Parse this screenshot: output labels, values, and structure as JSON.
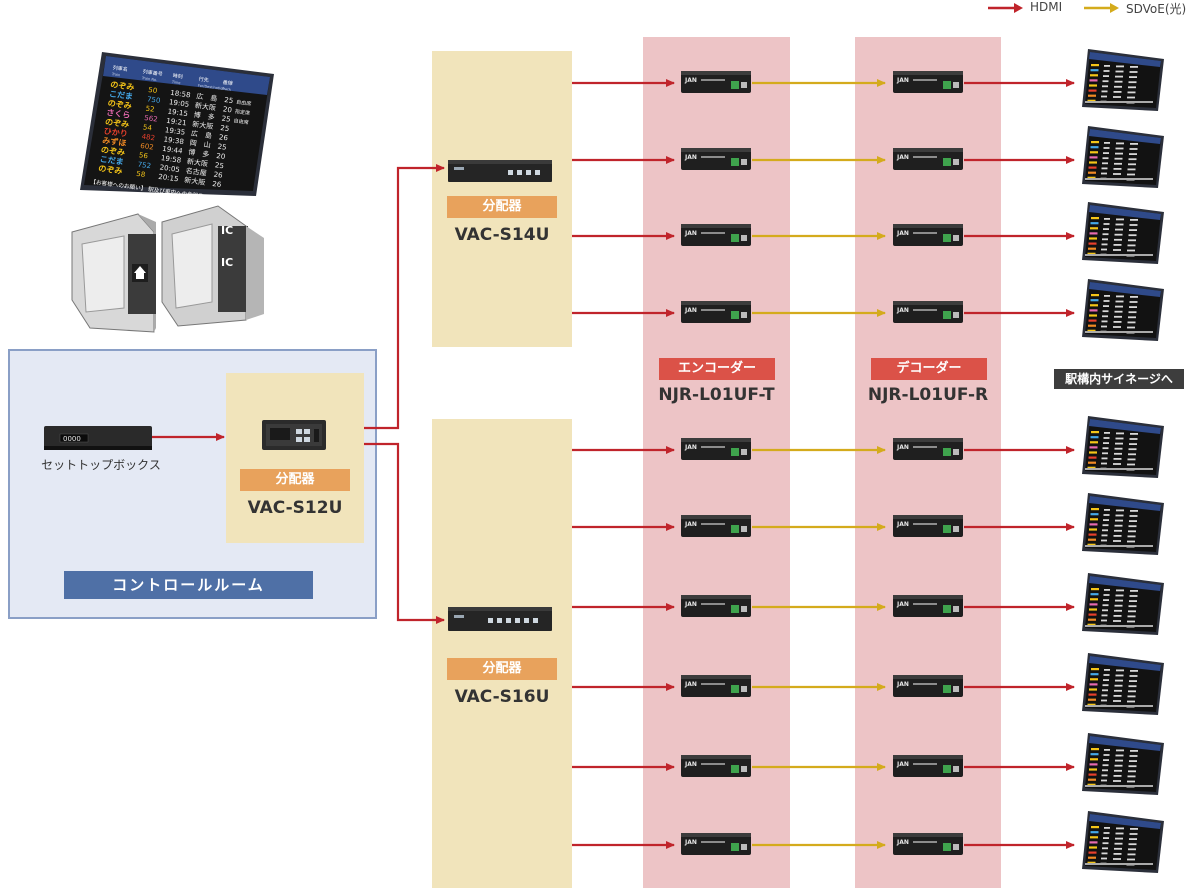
{
  "legend": [
    {
      "label": "HDMI",
      "color": "#c0242b"
    },
    {
      "label": "SDVoE(光)",
      "color": "#d4ab1c"
    }
  ],
  "control_room": {
    "title": "コントロールルーム",
    "set_top_box_label": "セットトップボックス",
    "splitter_tag": "分配器",
    "splitter_model": "VAC-S12U"
  },
  "splitter_upper": {
    "tag": "分配器",
    "model": "VAC-S14U"
  },
  "splitter_lower": {
    "tag": "分配器",
    "model": "VAC-S16U"
  },
  "encoder": {
    "tag": "エンコーダー",
    "model": "NJR-L01UF-T"
  },
  "decoder": {
    "tag": "デコーダー",
    "model": "NJR-L01UF-R"
  },
  "signage_label": "駅構内サイネージへ",
  "departure_board": {
    "headers": [
      "列車名",
      "列車番号",
      "時刻",
      "行先",
      "番線"
    ],
    "sub_headers": [
      "Train",
      "Train No.",
      "Time",
      "For/Destination",
      "Track"
    ],
    "rows": [
      {
        "name": "のぞみ",
        "number": "50",
        "time": "18:58",
        "dest": "広　島",
        "track": "25",
        "note": "自由席",
        "color": "#f5c518"
      },
      {
        "name": "こだま",
        "number": "750",
        "time": "19:05",
        "dest": "新大阪",
        "track": "20",
        "note": "指定席",
        "color": "#45a8e8"
      },
      {
        "name": "のぞみ",
        "number": "52",
        "time": "19:15",
        "dest": "博　多",
        "track": "25",
        "note": "自由席",
        "color": "#f5c518"
      },
      {
        "name": "さくら",
        "number": "562",
        "time": "19:21",
        "dest": "新大阪",
        "track": "25",
        "note": "",
        "color": "#e86ab0"
      },
      {
        "name": "のぞみ",
        "number": "54",
        "time": "19:35",
        "dest": "広　島",
        "track": "26",
        "note": "",
        "color": "#f5c518"
      },
      {
        "name": "ひかり",
        "number": "482",
        "time": "19:38",
        "dest": "岡　山",
        "track": "25",
        "note": "",
        "color": "#e8402c"
      },
      {
        "name": "みずほ",
        "number": "602",
        "time": "19:44",
        "dest": "博　多",
        "track": "20",
        "note": "",
        "color": "#f08a24"
      },
      {
        "name": "のぞみ",
        "number": "56",
        "time": "19:58",
        "dest": "新大阪",
        "track": "25",
        "note": "",
        "color": "#f5c518"
      },
      {
        "name": "こだま",
        "number": "752",
        "time": "20:05",
        "dest": "名古屋",
        "track": "26",
        "note": "",
        "color": "#45a8e8"
      },
      {
        "name": "のぞみ",
        "number": "58",
        "time": "20:15",
        "dest": "新大阪",
        "track": "26",
        "note": "",
        "color": "#f5c518"
      }
    ],
    "footer": "【お客様へのお願い】 駅及び車内への危険物の持ち込みは禁止"
  },
  "gate_badges": [
    "IC"
  ],
  "device_brand": "JAN",
  "stb_display": "0000"
}
